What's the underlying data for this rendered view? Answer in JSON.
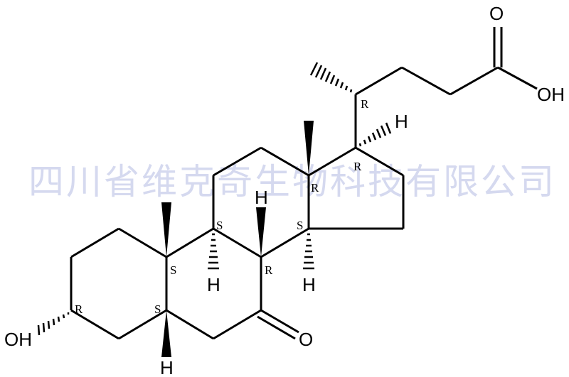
{
  "watermark": {
    "text": "四川省维克奇生物科技有限公司",
    "color": "#d5d9ef"
  },
  "molecule": {
    "atom_labels": {
      "carboxyl_o": "O",
      "carboxyl_oh": "OH",
      "hydroxyl": "OH",
      "ketone_o": "O",
      "h_c17": "H",
      "h_c8": "H",
      "h_c9": "H",
      "h_c14": "H",
      "h_c5": "H"
    },
    "stereo_labels": {
      "c20": "R",
      "c17": "R",
      "c13": "R",
      "c9": "S",
      "c14": "S",
      "c10": "S",
      "c8": "R",
      "c3": "R",
      "c5": "S"
    }
  }
}
